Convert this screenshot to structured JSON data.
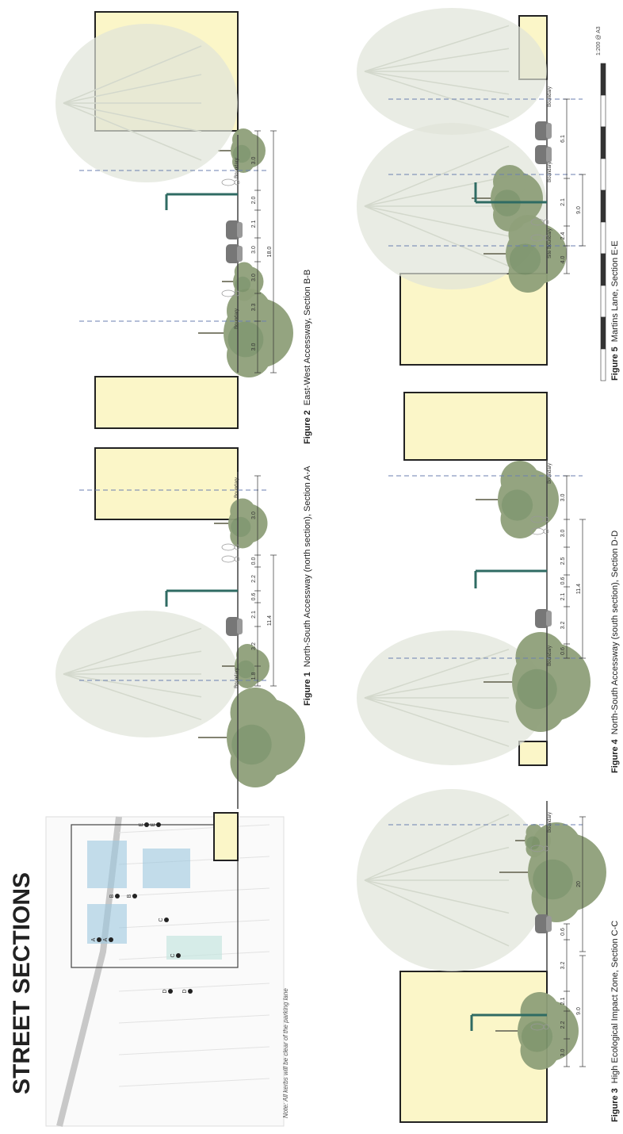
{
  "page": {
    "title": "STREET SECTIONS"
  },
  "note": "Note: All kerbs will be clear of the parking lane",
  "scale_label": "1:200 @ A3",
  "key_plan_labels": [
    "A",
    "A",
    "B",
    "B",
    "C",
    "C",
    "D",
    "D",
    "E",
    "E"
  ],
  "figures": [
    {
      "number": "Figure 1",
      "title": "North-South Accessway (north section), Section A-A",
      "dims": [
        "1.8",
        "3.2",
        "2.1",
        "0.6",
        "2.2",
        "0.0",
        "3.0"
      ],
      "total": "11.4",
      "boundary_labels": [
        "Boundary",
        "Boundary"
      ]
    },
    {
      "number": "Figure 2",
      "title": "East-West Accessway, Section B-B",
      "dims": [
        "3.0",
        "3.3",
        "3.0",
        "3.0",
        "2.1",
        "2.0",
        "3.0"
      ],
      "total": "18.0",
      "boundary_labels": [
        "Boundary",
        "Boundary"
      ]
    },
    {
      "number": "Figure 3",
      "title": "High Ecological Impact Zone, Section C-C",
      "dims": [
        "3.0",
        "2.2",
        "2.1",
        "3.2",
        "0.6"
      ],
      "total_left": "9.0",
      "total_right": "20",
      "boundary_labels": [
        "Boundary"
      ]
    },
    {
      "number": "Figure 4",
      "title": "North-South Accessway (south section), Section D-D",
      "dims": [
        "0.6",
        "3.2",
        "2.1",
        "0.6",
        "2.5",
        "3.0",
        "3.0"
      ],
      "total": "11.4",
      "boundary_labels": [
        "Boundary",
        "Boundary"
      ]
    },
    {
      "number": "Figure 5",
      "title": "Martins Lane, Section E-E",
      "dims": [
        "4.0",
        "2.4",
        "2.1",
        "6.1"
      ],
      "total": "9.0",
      "boundary_labels": [
        "Site Boundary",
        "Boundary",
        "Boundary"
      ]
    }
  ],
  "colors": {
    "building": "#fbf6c8",
    "tree": "#8fa07a",
    "tree_dark": "#6f8a60",
    "ghost_tree": "#dfe4d8",
    "pole": "#2f6b63",
    "boundary": "#6b7fb0",
    "car": "#777777",
    "water": "#9cc8e0"
  }
}
